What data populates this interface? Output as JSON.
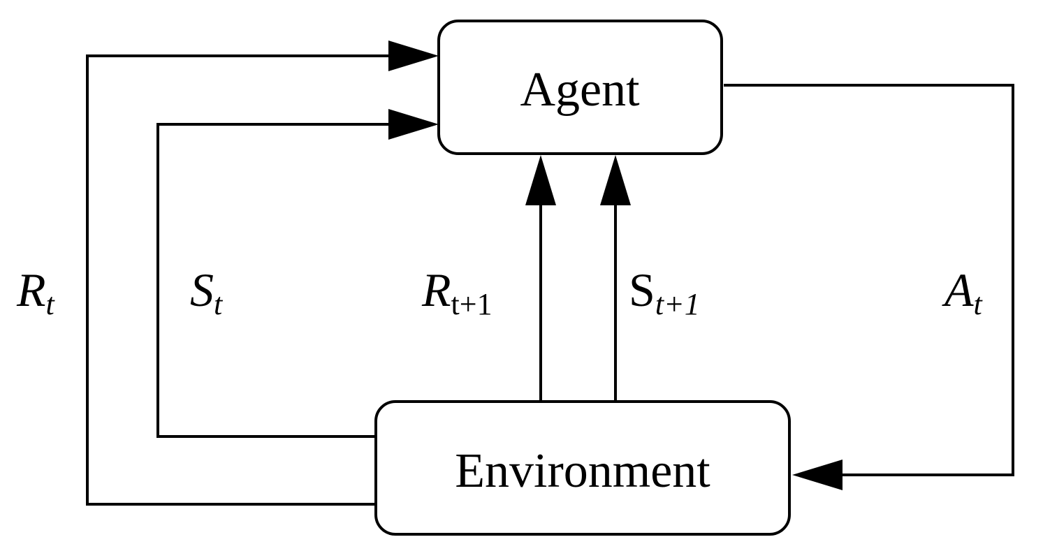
{
  "nodes": {
    "agent": {
      "label": "Agent"
    },
    "environment": {
      "label": "Environment"
    }
  },
  "edges": {
    "reward_outer": {
      "main": "R",
      "sub": "t"
    },
    "state_outer": {
      "main": "S",
      "sub": "t"
    },
    "reward_next": {
      "main": "R",
      "sub": "t+1"
    },
    "state_next": {
      "main": "S",
      "sub": "t+1"
    },
    "action": {
      "main": "A",
      "sub": "t"
    }
  }
}
